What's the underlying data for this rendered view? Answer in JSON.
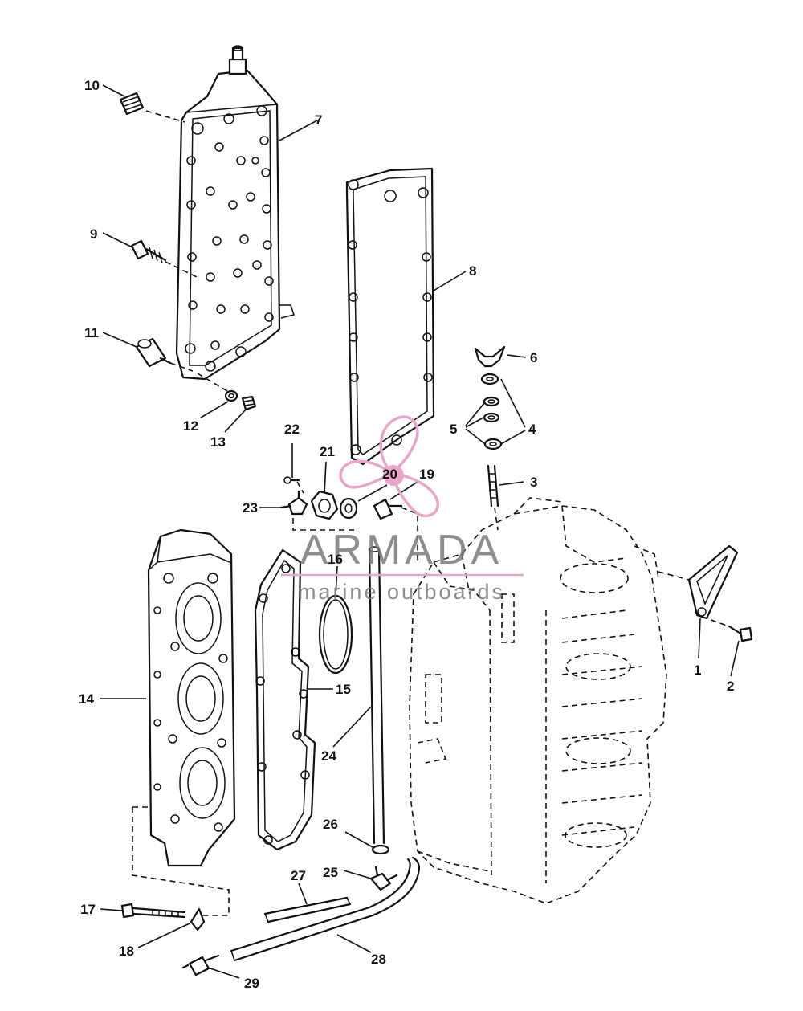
{
  "watermark": {
    "brand": "ARMADA",
    "tagline": "marine outboards",
    "accent_color": "#e8a6c8"
  },
  "callouts": {
    "c1": "1",
    "c2": "2",
    "c3": "3",
    "c4": "4",
    "c5": "5",
    "c6": "6",
    "c7": "7",
    "c8": "8",
    "c9": "9",
    "c10": "10",
    "c11": "11",
    "c12": "12",
    "c13": "13",
    "c14": "14",
    "c15": "15",
    "c16": "16",
    "c17": "17",
    "c18": "18",
    "c19": "19",
    "c20": "20",
    "c21": "21",
    "c22": "22",
    "c23": "23",
    "c24": "24",
    "c25": "25",
    "c26": "26",
    "c27": "27",
    "c28": "28",
    "c29": "29"
  }
}
